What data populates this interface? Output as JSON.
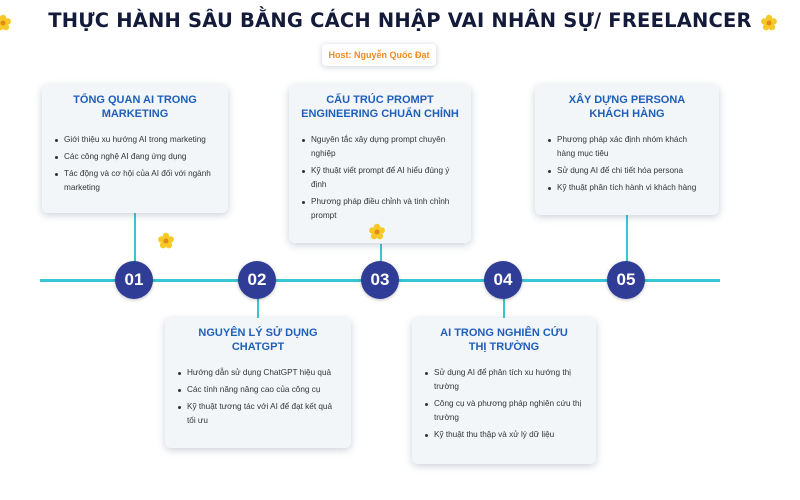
{
  "title": "THỰC HÀNH SÂU BẰNG CÁCH NHẬP VAI NHÂN SỰ/ FREELANCER",
  "host": "Host: Nguyễn Quốc Đạt",
  "steps": [
    {
      "number": "01",
      "title": "TỔNG QUAN AI TRONG MARKETING",
      "items": [
        "Giới thiệu xu hướng AI trong marketing",
        "Các công nghệ AI đang ứng dụng",
        "Tác động và cơ hội của AI đối với ngành marketing"
      ]
    },
    {
      "number": "02",
      "title": "NGUYÊN LÝ SỬ DỤNG CHATGPT",
      "items": [
        "Hướng dẫn sử dụng ChatGPT hiệu quả",
        "Các tính năng nâng cao của công cụ",
        "Kỹ thuật tương tác với AI để đạt kết quả tối ưu"
      ]
    },
    {
      "number": "03",
      "title": "CẤU TRÚC PROMPT ENGINEERING CHUẨN CHỈNH",
      "items": [
        "Nguyên tắc xây dựng prompt chuyên nghiệp",
        "Kỹ thuật viết prompt để AI hiểu đúng ý định",
        "Phương pháp điều chỉnh và tinh chỉnh prompt"
      ]
    },
    {
      "number": "04",
      "title": "AI TRONG NGHIÊN CỨU THỊ TRƯỜNG",
      "items": [
        "Sử dụng AI để phân tích xu hướng thị trường",
        "Công cụ và phương pháp nghiên cứu thị trường",
        "Kỹ thuật thu thập và xử lý dữ liệu"
      ]
    },
    {
      "number": "05",
      "title": "XÂY DỰNG PERSONA KHÁCH HÀNG",
      "items": [
        "Phương pháp xác định nhóm khách hàng mục tiêu",
        "Sử dụng AI để chi tiết hóa persona",
        "Kỹ thuật phân tích hành vi khách hàng"
      ]
    }
  ],
  "colors": {
    "node": "#2f3d96",
    "timeline": "#37c6d3",
    "card_title": "#1f5fb8",
    "host_text": "#f08a1c",
    "flower": "#f6c928"
  },
  "decorations": [
    "flower-icon"
  ]
}
